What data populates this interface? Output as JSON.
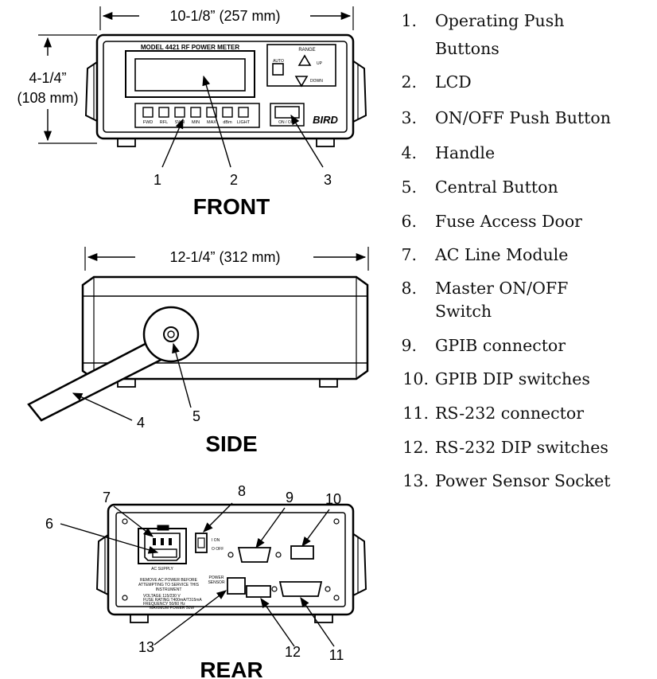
{
  "front": {
    "title": "FRONT",
    "width_dim": "10-1/8” (257 mm)",
    "height_dim_in": "4-1/4”",
    "height_dim_mm": "(108 mm)",
    "model_label": "MODEL 4421 RF POWER METER",
    "range_label": "RANGE",
    "auto_label": "AUTO",
    "up_label": "UP",
    "down_label": "DOWN",
    "button_labels": [
      "FWD",
      "RFL",
      "SWR",
      "MIN",
      "MAX",
      "dBm",
      "LIGHT"
    ],
    "onoff_label": "ON / OFF",
    "brand": "BIRD",
    "callouts": [
      "1",
      "2",
      "3"
    ]
  },
  "side": {
    "title": "SIDE",
    "width_dim": "12-1/4” (312 mm)",
    "callouts": [
      "4",
      "5"
    ]
  },
  "rear": {
    "title": "REAR",
    "ac_supply": "AC SUPPLY",
    "on_label": "I ON",
    "off_label": "O OFF",
    "warning": [
      "REMOVE AC POWER BEFORE",
      "ATTEMPTING TO SERVICE THIS",
      "INSTRUMENT"
    ],
    "ratings": [
      "VOLTAGE        115/230 V",
      "FUSE RATING  T400mA/T315mA",
      "FREQUENCY    50/60 Hz",
      "MAXIMUM POWER  50W"
    ],
    "power_sensor": [
      "POWER",
      "SENSOR"
    ],
    "callouts": [
      "6",
      "7",
      "8",
      "9",
      "10",
      "11",
      "12",
      "13"
    ]
  },
  "legend": [
    {
      "num": "1.",
      "lines": [
        "Operating Push",
        "Buttons"
      ]
    },
    {
      "num": "2.",
      "lines": [
        "LCD"
      ]
    },
    {
      "num": "3.",
      "lines": [
        "ON/OFF Push Button"
      ]
    },
    {
      "num": "4.",
      "lines": [
        "Handle"
      ]
    },
    {
      "num": "5.",
      "lines": [
        "Central Button"
      ]
    },
    {
      "num": "6.",
      "lines": [
        "Fuse Access Door"
      ]
    },
    {
      "num": "7.",
      "lines": [
        "AC Line Module"
      ]
    },
    {
      "num": "8.",
      "lines": [
        "Master ON/OFF",
        "Switch"
      ]
    },
    {
      "num": "9.",
      "lines": [
        "GPIB connector"
      ]
    },
    {
      "num": "10.",
      "lines": [
        "GPIB DIP switches"
      ]
    },
    {
      "num": "11.",
      "lines": [
        "RS-232 connector"
      ]
    },
    {
      "num": "12.",
      "lines": [
        "RS-232 DIP switches"
      ]
    },
    {
      "num": "13.",
      "lines": [
        "Power Sensor Socket"
      ]
    }
  ]
}
